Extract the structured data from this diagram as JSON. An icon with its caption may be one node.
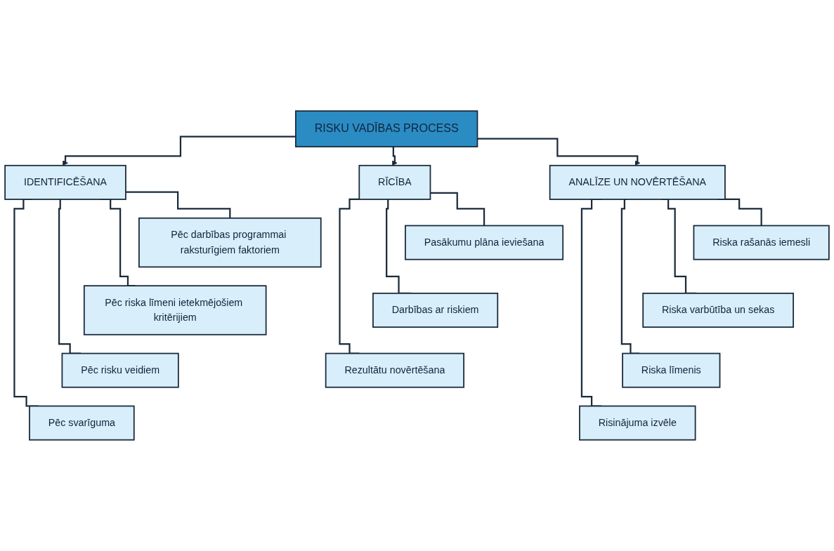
{
  "diagram": {
    "nodes": [
      {
        "text": [
          "RISKU VADĪBAS PROCESS"
        ]
      },
      {
        "text": [
          "IDENTIFICĒŠANA"
        ]
      },
      {
        "text": [
          "Pēc darbības programmai raksturīgiem faktoriem"
        ]
      },
      {
        "text": [
          "Pēc riska līmeni ietekmējošiem kritērijiem"
        ]
      },
      {
        "text": [
          "Pēc risku veidiem"
        ]
      },
      {
        "text": [
          "Pēc svarīguma"
        ]
      },
      {
        "text": [
          "ANALĪZE UN NOVĒRTĒŠANA"
        ]
      },
      {
        "text": [
          "Riska rašanās iemesli"
        ]
      },
      {
        "text": [
          "Riska varbūtība un sekas"
        ]
      },
      {
        "text": [
          "Riska līmenis"
        ]
      },
      {
        "text": [
          "Risinājuma izvēle"
        ]
      },
      {
        "text": [
          "RĪCĪBA"
        ]
      },
      {
        "text": [
          "Pasākumu plāna ieviešana"
        ]
      },
      {
        "text": [
          "Darbības ar riskiem"
        ]
      },
      {
        "text": [
          "Rezultātu novērtēšana"
        ]
      }
    ],
    "edges": [
      {
        "from": 0,
        "to": 1,
        "arrow": "to"
      },
      {
        "from": 0,
        "to": 6,
        "arrow": "to"
      },
      {
        "from": 0,
        "to": 11,
        "arrow": "to"
      },
      {
        "from": 1,
        "to": 2,
        "arrow": "none"
      },
      {
        "from": 1,
        "to": 3,
        "arrow": "none"
      },
      {
        "from": 1,
        "to": 4,
        "arrow": "none"
      },
      {
        "from": 1,
        "to": 5,
        "arrow": "none"
      },
      {
        "from": 6,
        "to": 7,
        "arrow": "none"
      },
      {
        "from": 6,
        "to": 8,
        "arrow": "none"
      },
      {
        "from": 6,
        "to": 9,
        "arrow": "none"
      },
      {
        "from": 6,
        "to": 10,
        "arrow": "none"
      },
      {
        "from": 11,
        "to": 12,
        "arrow": "none"
      },
      {
        "from": 11,
        "to": 13,
        "arrow": "none"
      },
      {
        "from": 11,
        "to": 14,
        "arrow": "none"
      }
    ]
  }
}
